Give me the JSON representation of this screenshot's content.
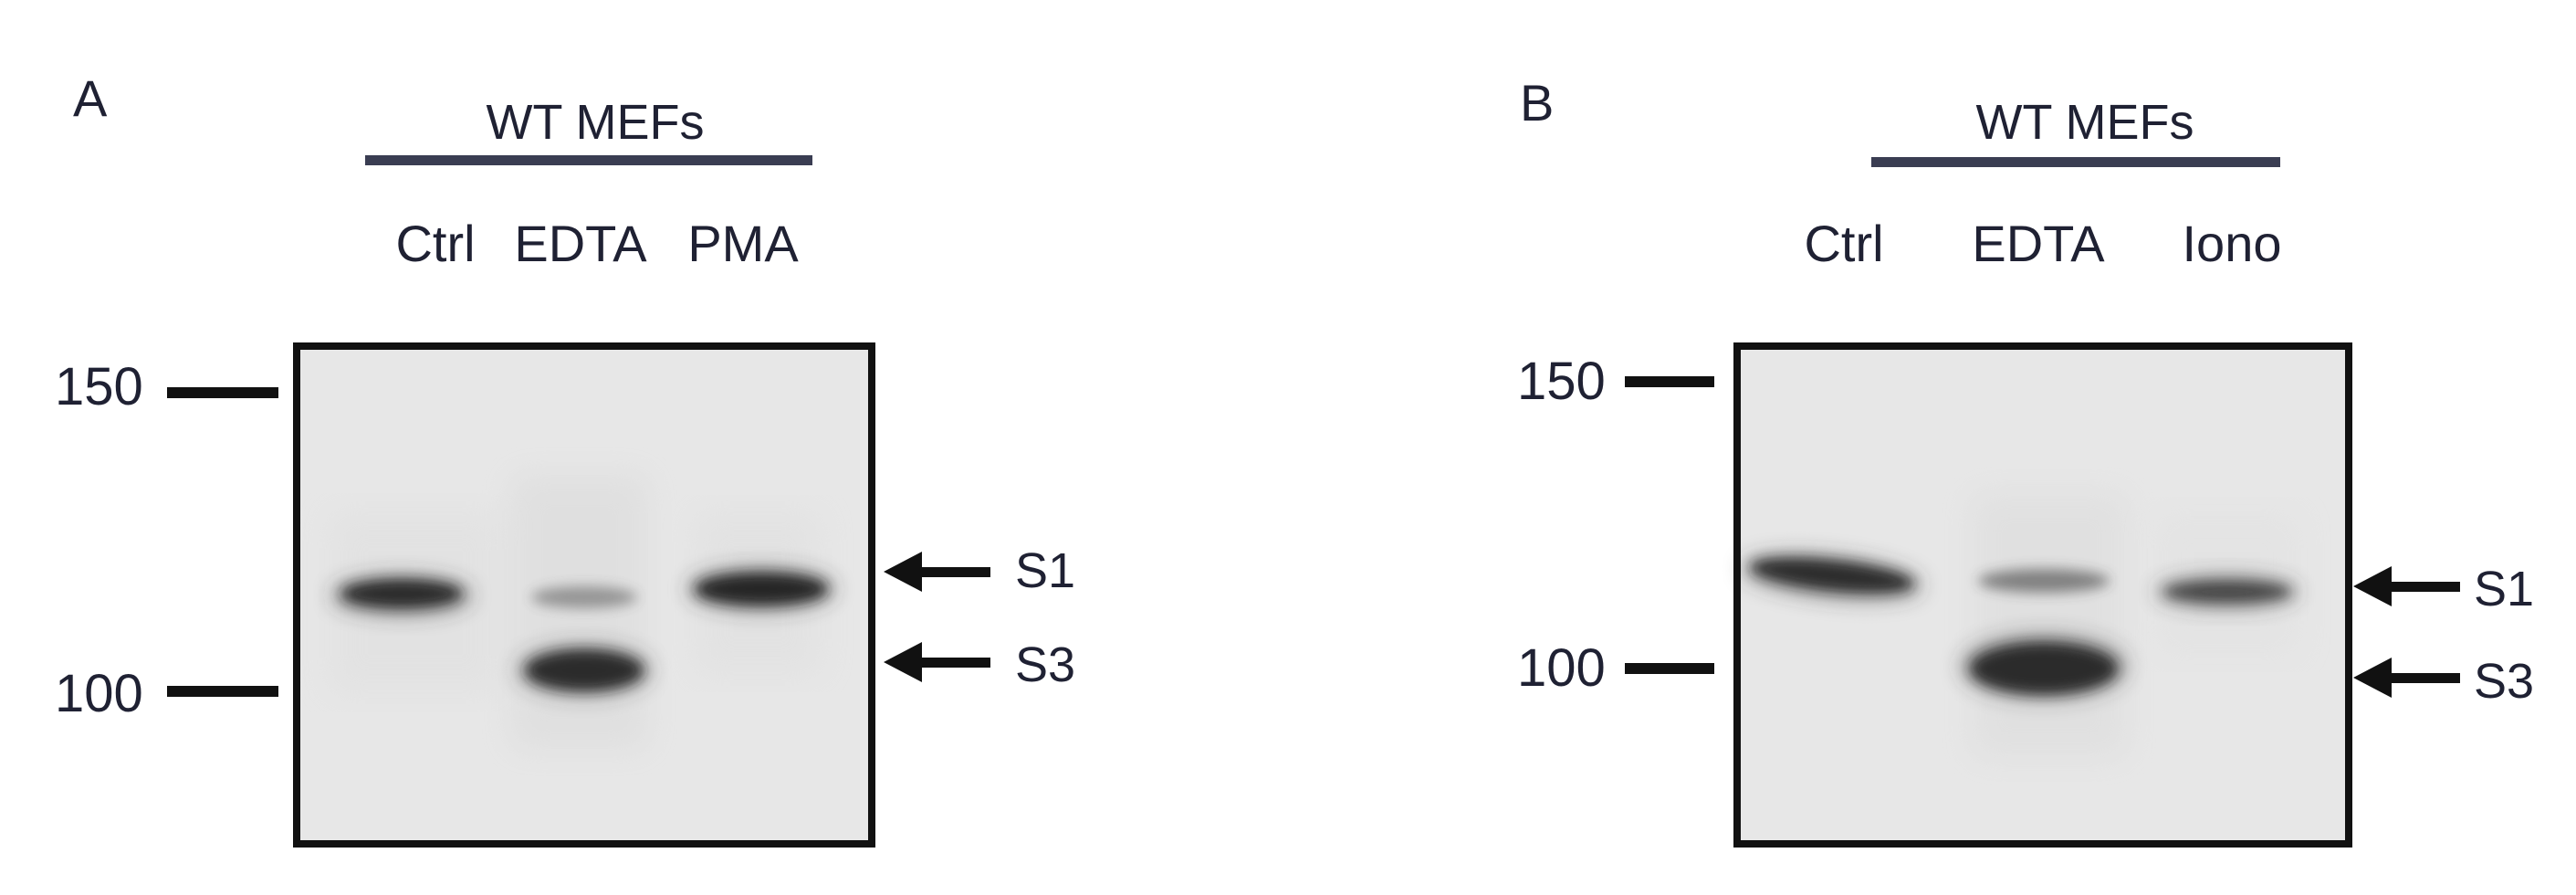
{
  "panels": [
    {
      "letter": "A",
      "group_label": "WT MEFs",
      "lanes": [
        "Ctrl",
        "EDTA",
        "PMA"
      ],
      "markers": [
        "150",
        "100"
      ],
      "band_labels": [
        "S1",
        "S3"
      ]
    },
    {
      "letter": "B",
      "group_label": "WT MEFs",
      "lanes": [
        "Ctrl",
        "EDTA",
        "Iono"
      ],
      "markers": [
        "150",
        "100"
      ],
      "band_labels": [
        "S1",
        "S3"
      ]
    }
  ],
  "colors": {
    "text": "#1f2133",
    "bracket": "#3a3d52",
    "frame": "#111111",
    "membrane": "#e7e7e7",
    "band": "#2a2a2a"
  }
}
